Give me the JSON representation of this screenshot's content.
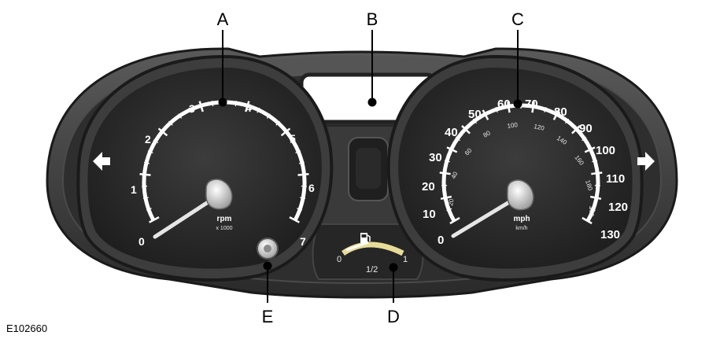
{
  "figure_id": "E102660",
  "callouts": {
    "a": "A",
    "b": "B",
    "c": "C",
    "d": "D",
    "e": "E"
  },
  "tachometer": {
    "ticks": [
      "0",
      "1",
      "2",
      "3",
      "4",
      "5",
      "6",
      "7"
    ],
    "unit": "rpm",
    "multiplier": "x 1000"
  },
  "speedometer": {
    "mph_ticks": [
      "0",
      "10",
      "20",
      "30",
      "40",
      "50",
      "60",
      "70",
      "80",
      "90",
      "100",
      "110",
      "120",
      "130"
    ],
    "kmh_ticks": [
      "20",
      "40",
      "60",
      "80",
      "100",
      "120",
      "140",
      "160",
      "180",
      "200"
    ],
    "unit": "mph",
    "sub_unit": "km/h"
  },
  "fuel_gauge": {
    "empty": "0",
    "half": "1/2",
    "full": "1"
  },
  "colors": {
    "bezel": "#3a3a3a",
    "dial": "#2f2f2f",
    "scale": "#ffffff",
    "fuel_scale": "#e8dc9a"
  },
  "icons": {
    "left_turn": "arrow-left-icon",
    "right_turn": "arrow-right-icon",
    "fuel": "fuel-pump-icon",
    "trip_reset": "reset-knob-icon"
  }
}
